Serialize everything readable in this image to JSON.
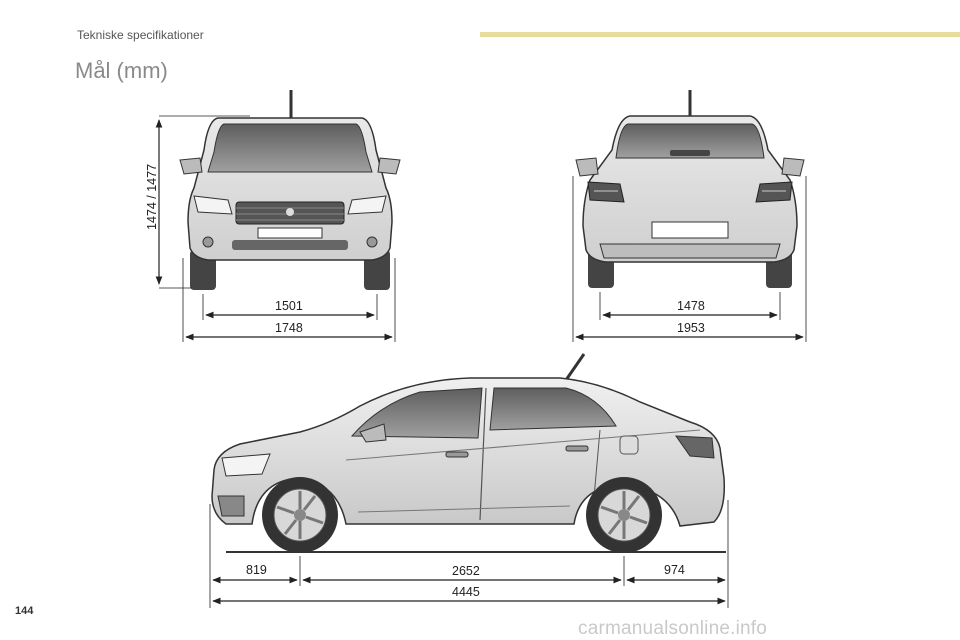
{
  "header": {
    "section": "Tekniske specifikationer"
  },
  "page": {
    "title": "Mål (mm)",
    "number": "144"
  },
  "dimensions": {
    "front_height": "1474 / 1477",
    "front_track": "1501",
    "front_width": "1748",
    "rear_track": "1478",
    "rear_width": "1953",
    "front_overhang": "819",
    "wheelbase": "2652",
    "rear_overhang": "974",
    "overall_length": "4445"
  },
  "watermark": "carmanualsonline.info",
  "colors": {
    "accent_bar": "#e8dc9c",
    "body_gray": "#d6d6d6",
    "glass": "#7a7a7a"
  }
}
